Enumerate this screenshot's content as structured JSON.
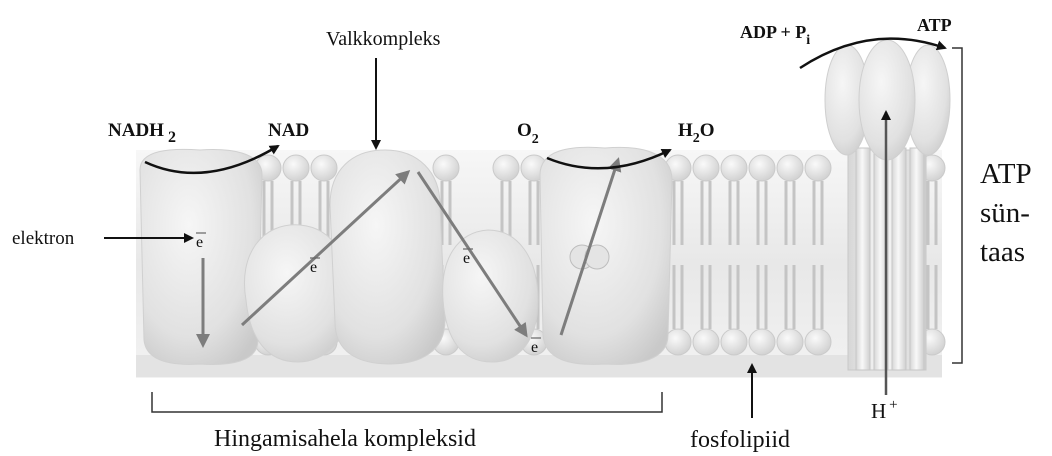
{
  "labels": {
    "valkkompleks": "Valkkompleks",
    "adp": "ADP + P",
    "adp_sub": "i",
    "atp_top": "ATP",
    "nadh": "NADH",
    "nadh_sub": "2",
    "nad": "NAD",
    "o2": "O",
    "o2_sub": "2",
    "h2o_h": "H",
    "h2o_sub": "2",
    "h2o_o": "O",
    "elektron": "elektron",
    "e_symbol": "e",
    "atp_side": "ATP",
    "syntaas_1": "sün-",
    "syntaas_2": "taas",
    "hplus": "H",
    "hplus_sup": "+",
    "hingamisahela": "Hingamisahela kompleksid",
    "fosfolipiid": "fosfolipiid"
  }
}
